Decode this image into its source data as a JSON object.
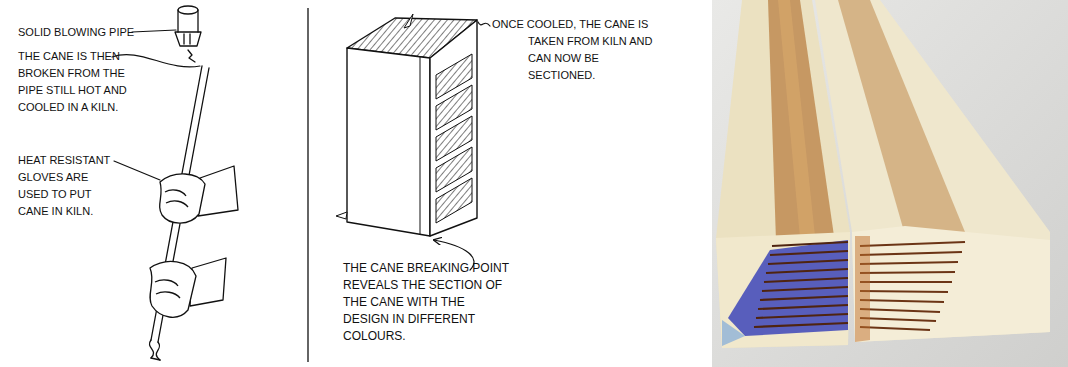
{
  "diagram": {
    "labels": [
      "SOLID BLOWING PIPE",
      "THE CANE IS THEN BROKEN FROM THE PIPE STILL HOT AND COOLED IN A KILN.",
      "HEAT RESISTANT GLOVES ARE USED TO PUT CANE IN KILN.",
      "ONCE COOLED, THE CANE IS TAKEN FROM KILN AND CAN NOW BE SECTIONED.",
      "THE CANE BREAKING POINT REVEALS THE SECTION OF THE CANE WITH THE DESIGN IN DIFFERENT COLOURS."
    ]
  }
}
